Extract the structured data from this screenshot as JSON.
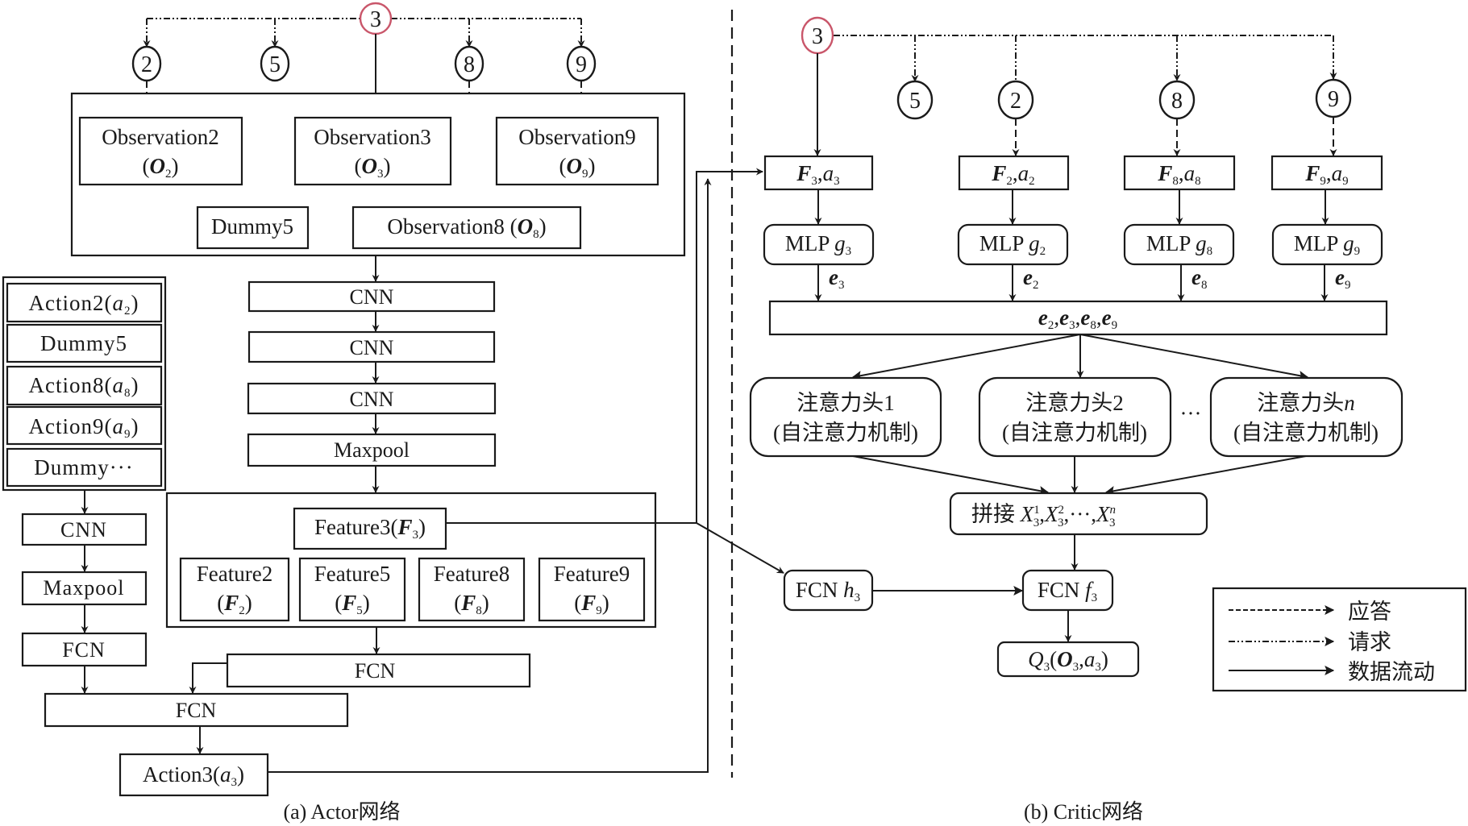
{
  "figure": {
    "actor": {
      "caption": "(a) Actor网络",
      "source_agent": "3",
      "neighbor_agents": [
        "2",
        "5",
        "8",
        "9"
      ],
      "observation_group": [
        {
          "label": "Observation2",
          "symbol": "O",
          "sub": "2"
        },
        {
          "label": "Observation3",
          "symbol": "O",
          "sub": "3"
        },
        {
          "label": "Observation9",
          "symbol": "O",
          "sub": "9"
        },
        {
          "label": "Dummy5"
        },
        {
          "label": "Observation8",
          "symbol": "O",
          "sub": "8"
        }
      ],
      "feature_layers": [
        "CNN",
        "CNN",
        "CNN",
        "Maxpool"
      ],
      "feature_group": [
        {
          "label": "Feature3",
          "symbol": "F",
          "sub": "3"
        },
        {
          "label": "Feature2",
          "symbol": "F",
          "sub": "2"
        },
        {
          "label": "Feature5",
          "symbol": "F",
          "sub": "5"
        },
        {
          "label": "Feature8",
          "symbol": "F",
          "sub": "8"
        },
        {
          "label": "Feature9",
          "symbol": "F",
          "sub": "9"
        }
      ],
      "action_list": [
        {
          "label": "Action2",
          "symbol": "a",
          "sub": "2"
        },
        {
          "label": "Dummy5"
        },
        {
          "label": "Action8",
          "symbol": "a",
          "sub": "8"
        },
        {
          "label": "Action9",
          "symbol": "a",
          "sub": "9"
        },
        {
          "label": "Dummy···"
        }
      ],
      "action_layers": [
        "CNN",
        "Maxpool",
        "FCN"
      ],
      "fcn_feature": "FCN",
      "fcn_merge": "FCN",
      "output": {
        "label": "Action3",
        "symbol": "a",
        "sub": "3"
      }
    },
    "critic": {
      "caption": "(b) Critic网络",
      "source_agent": "3",
      "neighbor_agents": [
        "5",
        "2",
        "8",
        "9"
      ],
      "inputs": [
        {
          "F": "F",
          "Fsub": "3",
          "a": "a",
          "asub": "3"
        },
        {
          "F": "F",
          "Fsub": "2",
          "a": "a",
          "asub": "2"
        },
        {
          "F": "F",
          "Fsub": "8",
          "a": "a",
          "asub": "8"
        },
        {
          "F": "F",
          "Fsub": "9",
          "a": "a",
          "asub": "9"
        }
      ],
      "encoders": [
        {
          "label": "MLP",
          "fn": "g",
          "sub": "3",
          "out": "e",
          "out_sub": "3"
        },
        {
          "label": "MLP",
          "fn": "g",
          "sub": "2",
          "out": "e",
          "out_sub": "2"
        },
        {
          "label": "MLP",
          "fn": "g",
          "sub": "8",
          "out": "e",
          "out_sub": "8"
        },
        {
          "label": "MLP",
          "fn": "g",
          "sub": "9",
          "out": "e",
          "out_sub": "9"
        }
      ],
      "embedding_set": {
        "symbol": "e",
        "subs": [
          "2",
          "3",
          "8",
          "9"
        ]
      },
      "attention_heads": [
        {
          "title": "注意力头1",
          "subtitle": "(自注意力机制)"
        },
        {
          "title": "注意力头2",
          "subtitle": "(自注意力机制)"
        },
        {
          "title": "注意力头",
          "title_italic": "n",
          "subtitle": "(自注意力机制)"
        }
      ],
      "heads_ellipsis": "···",
      "concat": {
        "prefix": "拼接",
        "symbol": "X",
        "sub": "3",
        "sups": [
          "1",
          "2",
          "n"
        ],
        "ellipsis": "···"
      },
      "fcn_h": {
        "label": "FCN",
        "fn": "h",
        "sub": "3"
      },
      "fcn_f": {
        "label": "FCN",
        "fn": "f",
        "sub": "3"
      },
      "q_output": {
        "Q": "Q",
        "Qsub": "3",
        "O": "O",
        "Osub": "3",
        "a": "a",
        "asub": "3"
      }
    },
    "legend": [
      {
        "style": "dashed",
        "label": "应答"
      },
      {
        "style": "dash-dot",
        "label": "请求"
      },
      {
        "style": "solid",
        "label": "数据流动"
      }
    ],
    "colors": {
      "ink": "#1a1a1a",
      "highlight_agent": "#c9566a"
    }
  }
}
